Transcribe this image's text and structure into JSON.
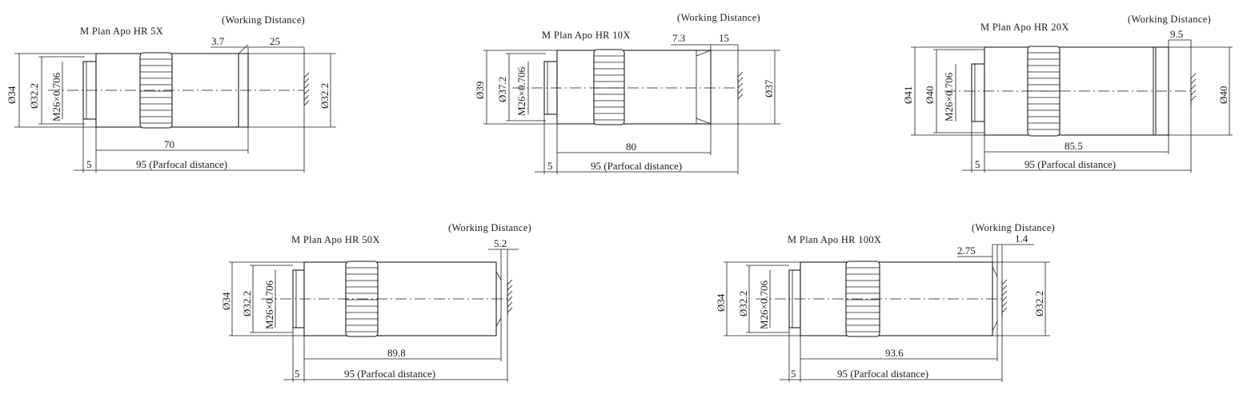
{
  "objectives": [
    {
      "title": "M Plan Apo HR 5X",
      "working_distance_label": "(Working Distance)",
      "diameters": [
        "Ø34",
        "Ø32.2",
        "M26×0.706"
      ],
      "front_diameter": "Ø32.2",
      "working_distance": "25",
      "front_offset": "3.7",
      "body_length": "70",
      "thread_length": "5",
      "parfocal": "95 (Parfocal distance)"
    },
    {
      "title": "M Plan Apo HR 10X",
      "working_distance_label": "(Working Distance)",
      "diameters": [
        "Ø39",
        "Ø37.2",
        "M26×0.706"
      ],
      "front_diameter": "Ø37",
      "working_distance": "15",
      "front_offset": "7.3",
      "body_length": "80",
      "thread_length": "5",
      "parfocal": "95 (Parfocal distance)"
    },
    {
      "title": "M Plan Apo HR 20X",
      "working_distance_label": "(Working Distance)",
      "diameters": [
        "Ø41",
        "Ø40",
        "M26×0.706"
      ],
      "front_diameter": "Ø40",
      "working_distance": "9.5",
      "front_offset": "",
      "body_length": "85.5",
      "thread_length": "5",
      "parfocal": "95 (Parfocal distance)"
    },
    {
      "title": "M Plan Apo HR 50X",
      "working_distance_label": "(Working Distance)",
      "diameters": [
        "Ø34",
        "Ø32.2",
        "M26×0.706"
      ],
      "front_diameter": "",
      "working_distance": "5.2",
      "front_offset": "",
      "body_length": "89.8",
      "thread_length": "5",
      "parfocal": "95 (Parfocal distance)"
    },
    {
      "title": "M Plan Apo HR 100X",
      "working_distance_label": "(Working Distance)",
      "diameters": [
        "Ø34",
        "Ø32.2",
        "M26×0.706"
      ],
      "front_diameter": "Ø32.2",
      "working_distance": "1.4",
      "front_offset": "2.75",
      "body_length": "93.6",
      "thread_length": "5",
      "parfocal": "95 (Parfocal distance)"
    }
  ]
}
